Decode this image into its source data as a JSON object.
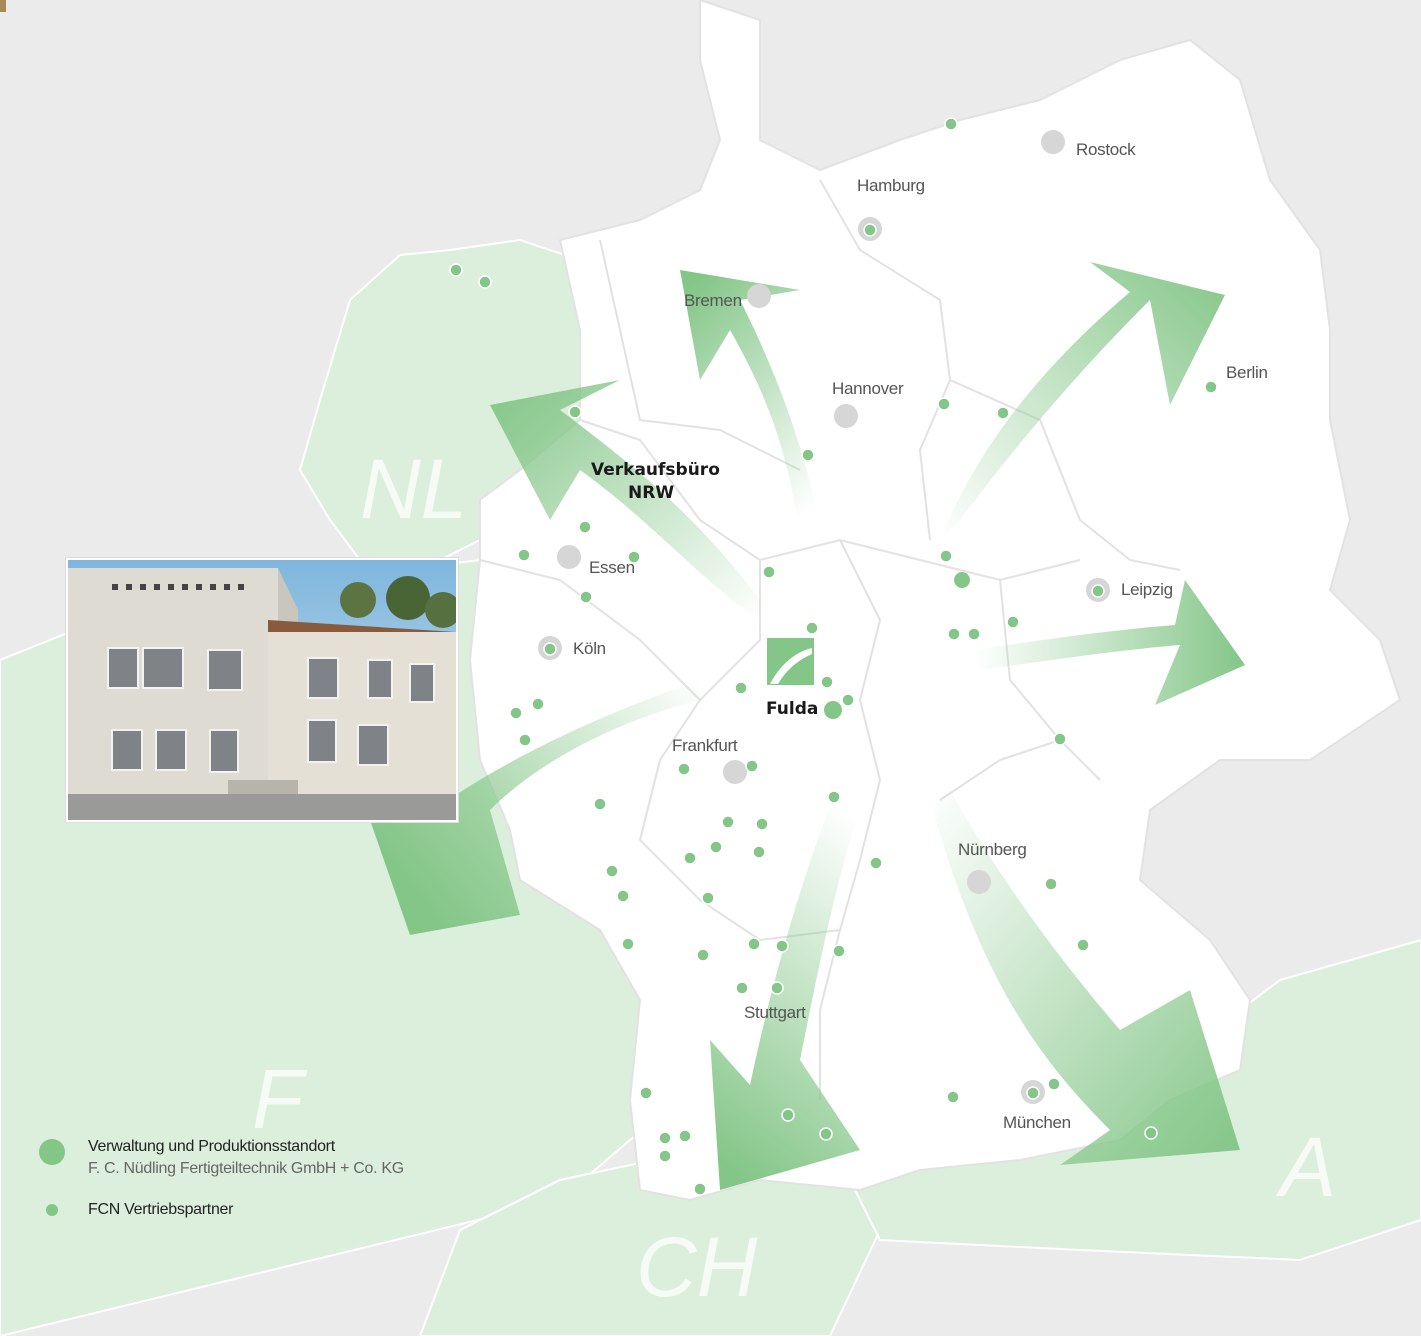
{
  "colors": {
    "background": "#ebebeb",
    "neighbor_land": "#dcefdc",
    "germany_land": "#ffffff",
    "accent_green": "#84c688",
    "city_marker": "#d6d6d6",
    "arrow_green": "#6db672"
  },
  "countries": [
    {
      "id": "nl",
      "label": "NL"
    },
    {
      "id": "f",
      "label": "F"
    },
    {
      "id": "ch",
      "label": "CH"
    },
    {
      "id": "a",
      "label": "A"
    }
  ],
  "headquarters": {
    "label": "Fulda"
  },
  "sales_office": {
    "line1": "Verkaufsbüro",
    "line2": "NRW"
  },
  "cities": [
    {
      "id": "hamburg",
      "label": "Hamburg"
    },
    {
      "id": "rostock",
      "label": "Rostock"
    },
    {
      "id": "bremen",
      "label": "Bremen"
    },
    {
      "id": "hannover",
      "label": "Hannover"
    },
    {
      "id": "berlin",
      "label": "Berlin"
    },
    {
      "id": "essen",
      "label": "Essen"
    },
    {
      "id": "koeln",
      "label": "Köln"
    },
    {
      "id": "leipzig",
      "label": "Leipzig"
    },
    {
      "id": "frankfurt",
      "label": "Frankfurt"
    },
    {
      "id": "nuernberg",
      "label": "Nürnberg"
    },
    {
      "id": "stuttgart",
      "label": "Stuttgart"
    },
    {
      "id": "muenchen",
      "label": "München"
    }
  ],
  "legend": {
    "production": {
      "title": "Verwaltung und Produktionsstandort",
      "subtitle": "F. C. Nüdling Fertigteiltechnik GmbH + Co. KG"
    },
    "partner": {
      "title": "FCN Vertriebspartner"
    }
  },
  "photo": {
    "subject": "building-photo"
  }
}
